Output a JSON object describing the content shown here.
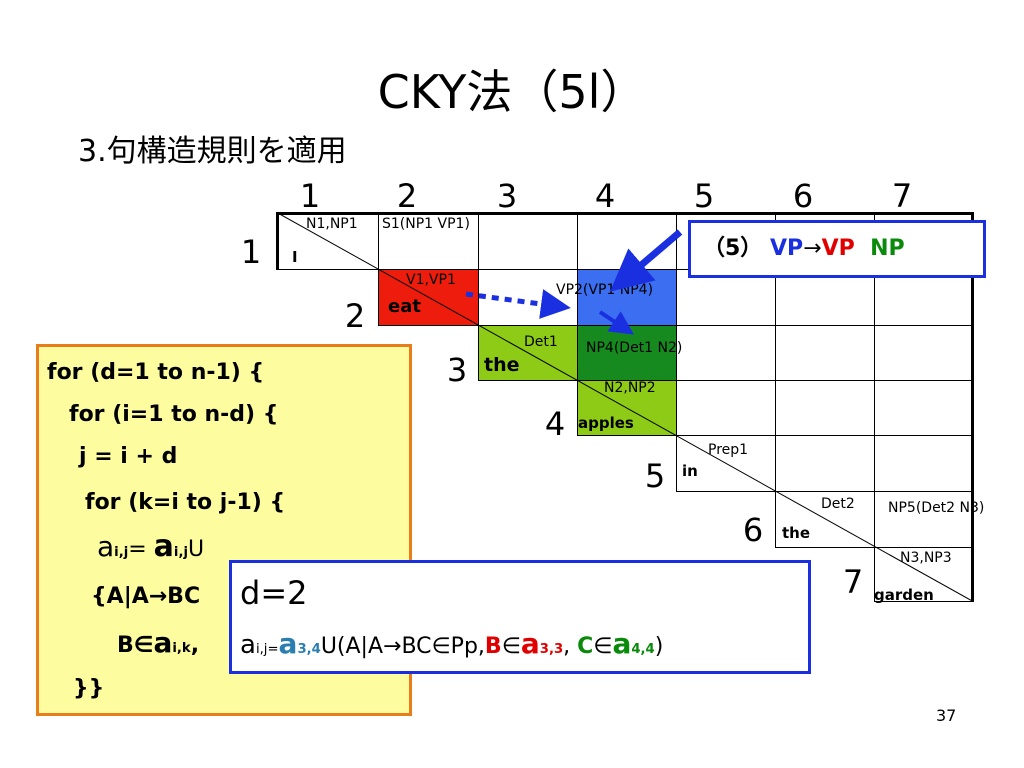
{
  "title": "CKY法（5l）",
  "subtitle": "3.句構造規則を適用",
  "columns": [
    "1",
    "2",
    "3",
    "4",
    "5",
    "6",
    "7"
  ],
  "rows": [
    "1",
    "2",
    "3",
    "4",
    "5",
    "6",
    "7"
  ],
  "words": [
    "I",
    "eat",
    "the",
    "apples",
    "in",
    "the",
    "garden"
  ],
  "cells": {
    "c11": "N1,NP1",
    "c12": "S1(NP1 VP1)",
    "c22": "V1,VP1",
    "c24": "VP2(VP1 NP4)",
    "c33": "Det1",
    "c34": "NP4(Det1 N2)",
    "c44": "N2,NP2",
    "c55": "Prep1",
    "c66": "Det2",
    "c67": "NP5(Det2 N3)",
    "c77": "N3,NP3"
  },
  "rule_box": {
    "num": "（5）",
    "lhs": "VP",
    "arrow": "→",
    "r1": "VP",
    "r2": "NP"
  },
  "code": {
    "l1": "for (d=1   to   n-1) {",
    "l2": "for (i=1   to   n-d) {",
    "l3": "j = i + d",
    "l4": "for   (k=i   to   j-1) {",
    "l5a": "a",
    "l5b": "i,j",
    "l5c": "= ",
    "l5d": "a",
    "l5e": "i,j",
    "l5f": "U",
    "l6": "{A|A→BC",
    "l7a": "B∈",
    "l7b": "a",
    "l7c": "i,k",
    "l7d": ",",
    "l8": "}}"
  },
  "d_box": {
    "line1": "d=2",
    "a": "a",
    "ij": "i,j",
    "eq": "=",
    "a2": "a",
    "s34": "3,4",
    "mid": "U(A|A→BC∈Pp,",
    "B": "B",
    "in1": "∈",
    "a3": "a",
    "s33": "3,3",
    "comma": ",",
    "C": "C",
    "in2": "∈",
    "a4": "a",
    "s44": "4,4",
    "close": ")"
  },
  "page_number": "37",
  "colors": {
    "eat_cell": "#ee1c0c",
    "green_cell": "#8ecb16",
    "blue_cell": "#3b6ef0",
    "dark_green_cell": "#168a1e",
    "arrow": "#1a2fe0",
    "code_border": "#e87d1e",
    "code_bg": "#fdfda0"
  }
}
